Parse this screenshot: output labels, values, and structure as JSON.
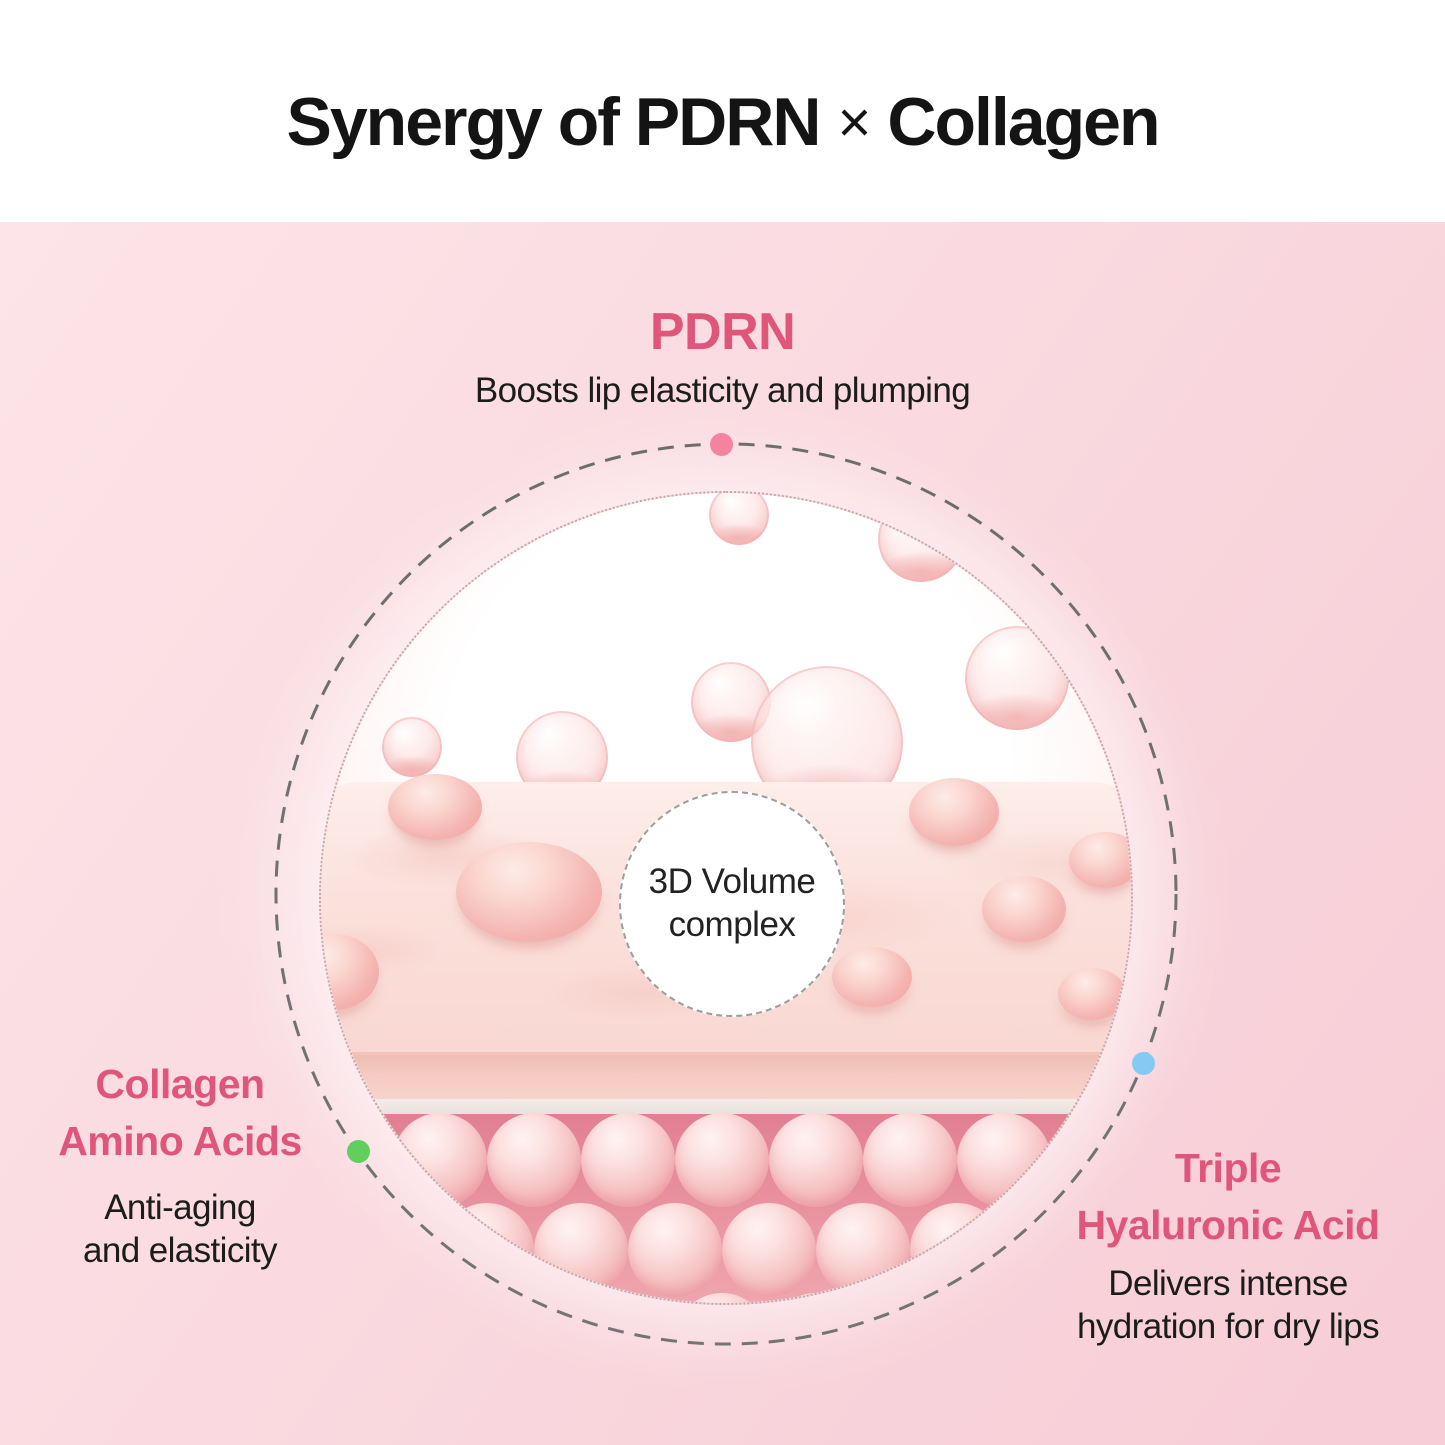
{
  "header": {
    "title_left": "Synergy of PDRN",
    "title_times": "×",
    "title_right": "Collagen"
  },
  "pdrn": {
    "label": "PDRN",
    "description": "Boosts lip elasticity and plumping"
  },
  "badge": {
    "line1": "3D Volume",
    "line2": "complex"
  },
  "collagen": {
    "title_line1": "Collagen",
    "title_line2": "Amino Acids",
    "desc_line1": "Anti-aging",
    "desc_line2": "and elasticity"
  },
  "hyaluronic": {
    "title_line1": "Triple",
    "title_line2": "Hyaluronic Acid",
    "desc_line1": "Delivers intense",
    "desc_line2": "hydration for dry lips"
  },
  "colors": {
    "accent_pink": "#e0567a",
    "title_black": "#141414",
    "text_dark": "#1c1c1c",
    "dot_pink": "#f5839f",
    "dot_green": "#61cf5d",
    "dot_blue": "#83cbf2",
    "dash_gray": "#545454"
  }
}
